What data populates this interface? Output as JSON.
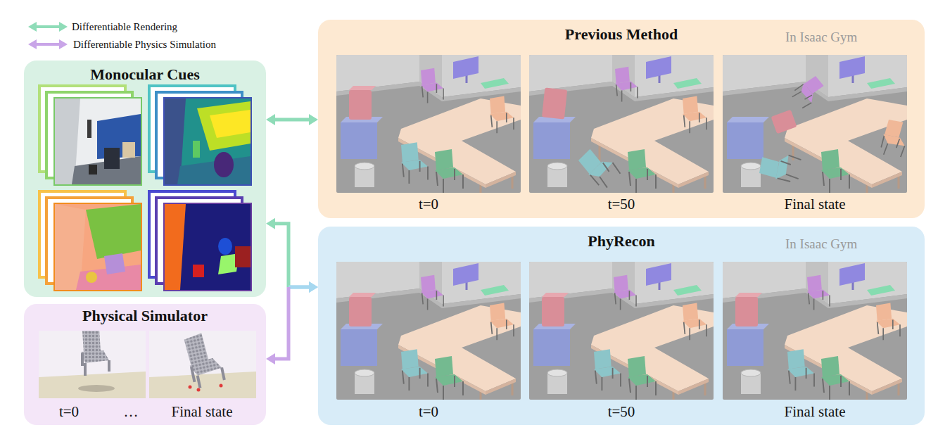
{
  "diagram": {
    "nodes": [
      {
        "text": [
          "Monocular Cues"
        ]
      },
      {
        "text": [
          "Physical Simulator"
        ]
      },
      {
        "text": [
          "Previous Method",
          "In Isaac Gym"
        ]
      },
      {
        "text": [
          "PhyRecon",
          "In Isaac Gym"
        ]
      }
    ],
    "edges": [
      {
        "from": 0,
        "to": 2,
        "arrow": "both"
      },
      {
        "from": 3,
        "to": 0,
        "arrow": "both"
      },
      {
        "from": 3,
        "to": 1,
        "arrow": "both"
      }
    ],
    "labels": [
      "t=0",
      "t=50",
      "Final state",
      "t=0",
      "t=50",
      "Final state",
      "t=0",
      "…",
      "Final state"
    ],
    "legend": [
      {
        "text": "Differentiable Rendering"
      },
      {
        "text": "Differentiable Physics Simulation"
      }
    ]
  }
}
